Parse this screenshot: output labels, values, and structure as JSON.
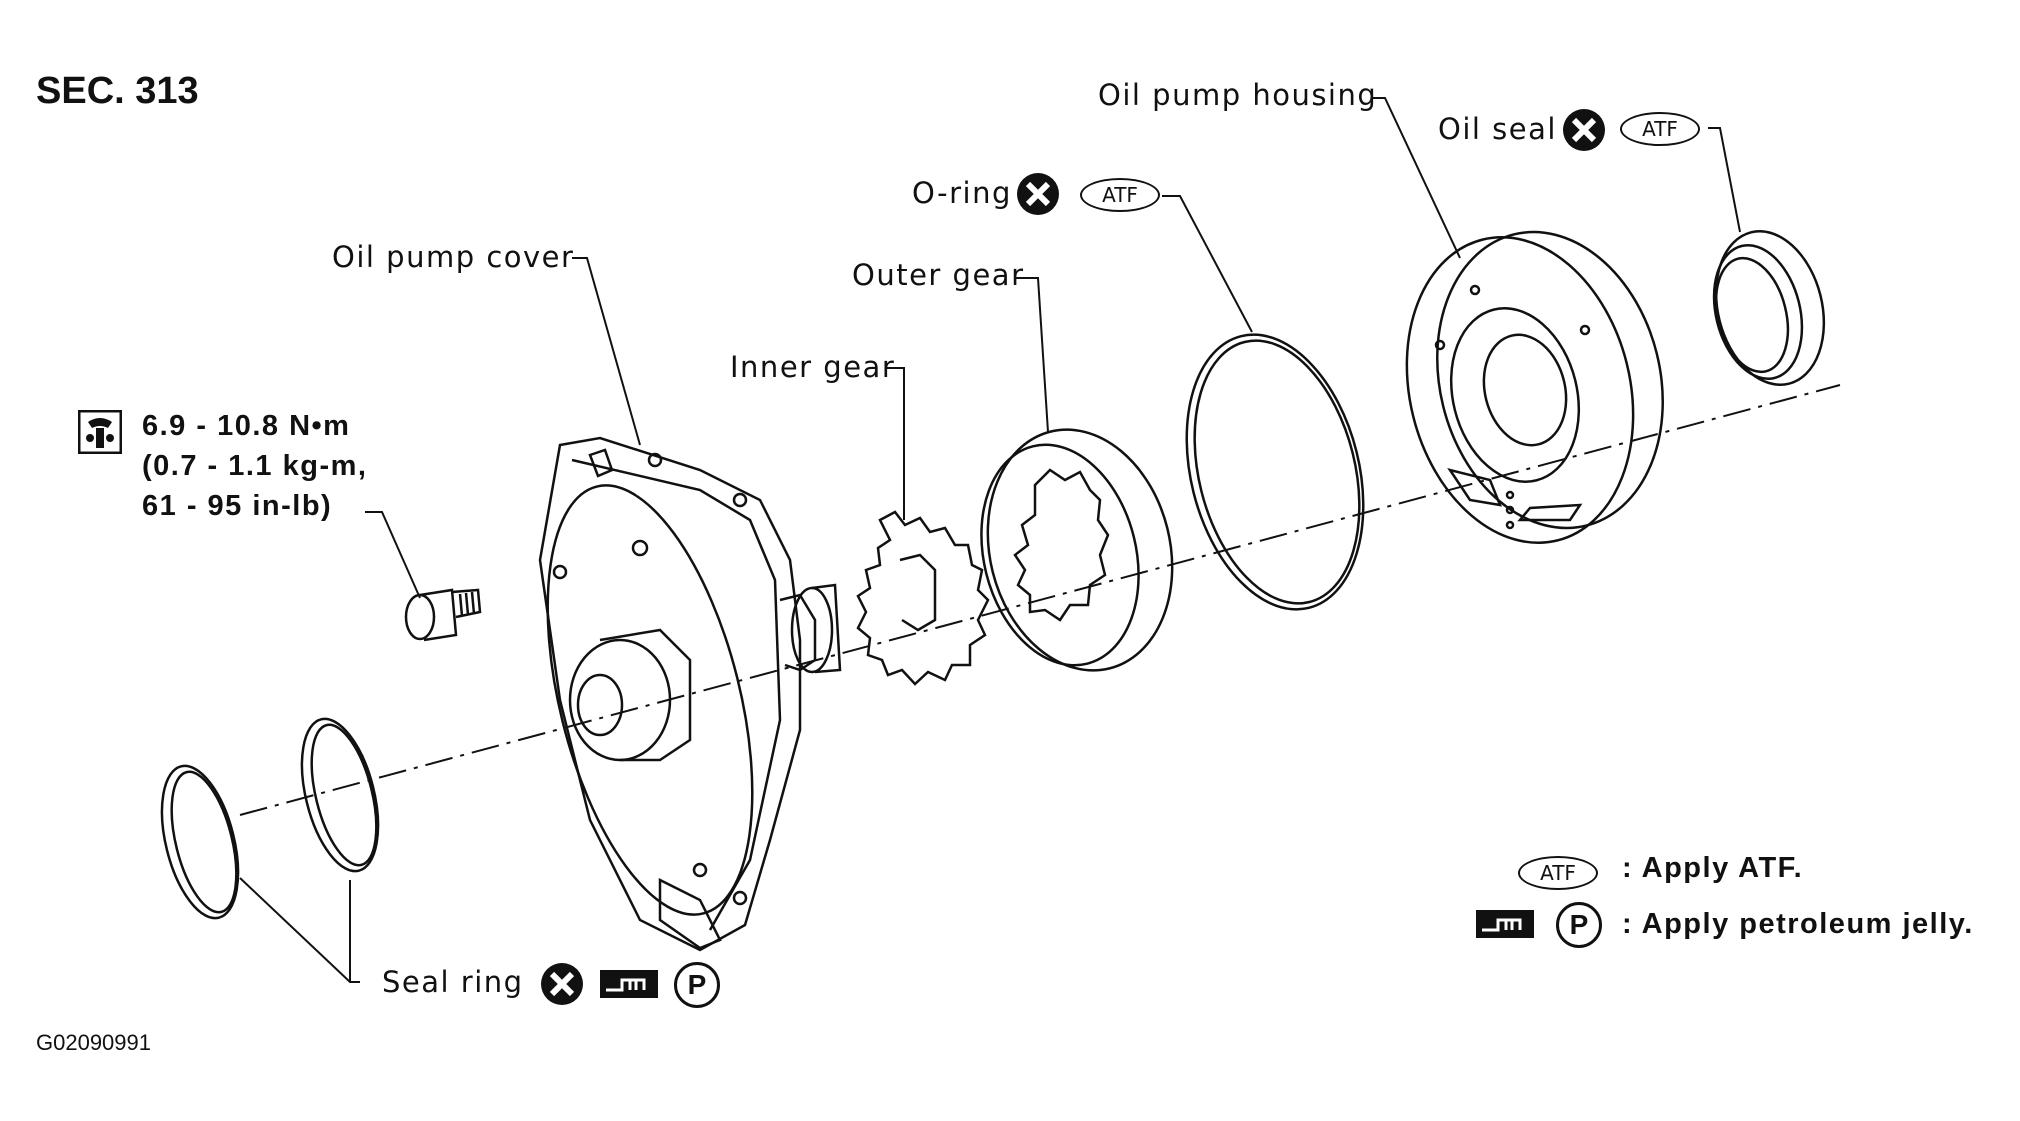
{
  "section": "SEC. 313",
  "figure_id": "G02090991",
  "labels": {
    "oil_pump_cover": "Oil pump cover",
    "inner_gear": "Inner gear",
    "outer_gear": "Outer gear",
    "o_ring": "O-ring",
    "oil_pump_housing": "Oil pump housing",
    "oil_seal": "Oil seal",
    "seal_ring": "Seal ring"
  },
  "torque": {
    "line1": "6.9 - 10.8 N•m",
    "line2": "(0.7 - 1.1 kg-m,",
    "line3": "61 - 95 in-lb)"
  },
  "symbols": {
    "atf": "ATF",
    "petroleum": "P"
  },
  "legend": {
    "atf_text": ": Apply ATF.",
    "jelly_text": ": Apply petroleum jelly."
  },
  "icons": [
    "torque-wrench-icon",
    "replace-x-icon",
    "atf-oval-icon",
    "petroleum-jelly-icon",
    "p-circle-icon"
  ]
}
